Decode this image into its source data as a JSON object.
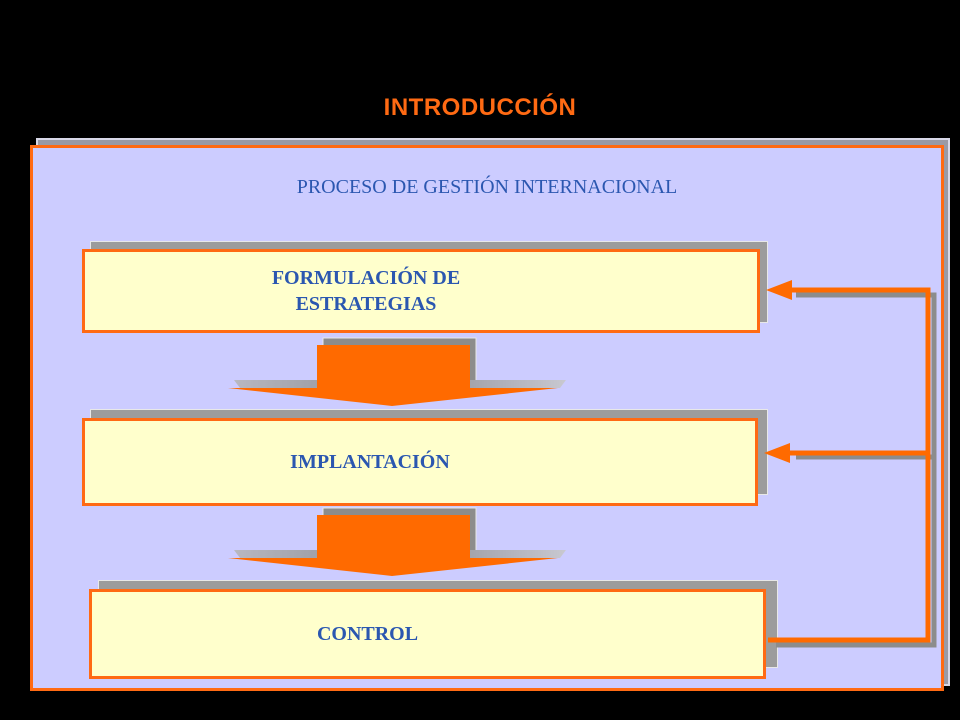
{
  "header": {
    "title": "INTRODUCCIÓN"
  },
  "diagram": {
    "subtitle": "PROCESO DE GESTIÓN INTERNACIONAL",
    "steps": [
      {
        "line1": "FORMULACIÓN DE",
        "line2": "ESTRATEGIAS"
      },
      {
        "line1": "IMPLANTACIÓN"
      },
      {
        "line1": "CONTROL"
      }
    ]
  },
  "colors": {
    "background": "#000000",
    "accent": "#ff6a13",
    "panel": "#ccccff",
    "box_fill": "#ffffcc",
    "text_blue": "#2b57b0"
  }
}
